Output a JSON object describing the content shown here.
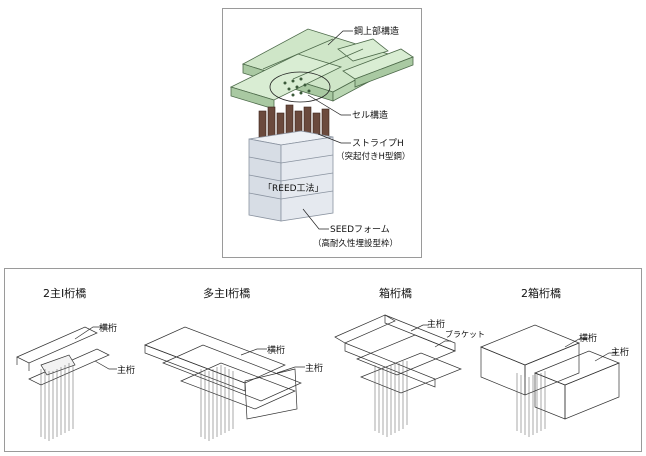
{
  "top_diagram": {
    "labels": {
      "steel_superstructure": "鋼上部構造",
      "cell_structure": "セル構造",
      "stripe_h": "ストライプH",
      "stripe_h_sub": "（突起付きH型鋼）",
      "reed_method": "「REED工法」",
      "seed_form": "SEEDフォーム",
      "seed_form_sub": "（高耐久性埋設型枠）"
    },
    "colors": {
      "girder": "#cfe6c8",
      "girder_stroke": "#4d6a4a",
      "form": "#dfe4ea",
      "steel": "#6b4a3d"
    }
  },
  "bridge_types": [
    {
      "title": "2主I桁橋",
      "labels": [
        "横桁",
        "主桁"
      ]
    },
    {
      "title": "多主I桁橋",
      "labels": [
        "横桁",
        "主桁"
      ]
    },
    {
      "title": "箱桁橋",
      "labels": [
        "主桁",
        "ブラケット"
      ]
    },
    {
      "title": "2箱桁橋",
      "labels": [
        "横桁",
        "主桁"
      ]
    }
  ]
}
